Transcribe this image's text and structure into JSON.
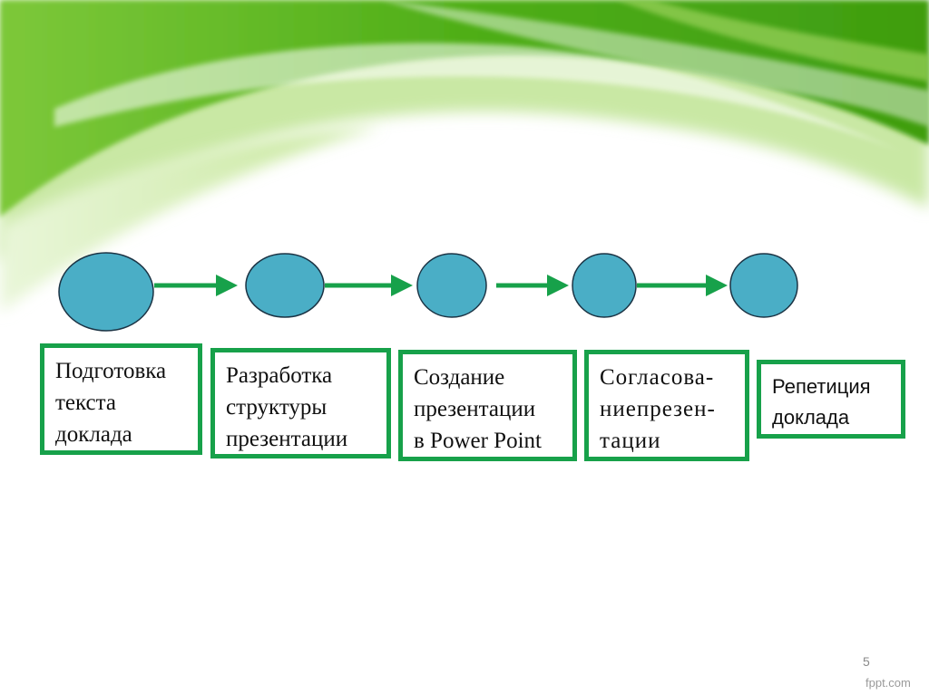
{
  "diagram": {
    "nodes": [
      {
        "id": "n1",
        "lines": [
          "Подготовка",
          "текста",
          "доклада"
        ]
      },
      {
        "id": "n2",
        "lines": [
          "Разработка",
          "структуры",
          "презентации"
        ]
      },
      {
        "id": "n3",
        "lines": [
          "Создание",
          "презентации",
          "в Power Point"
        ]
      },
      {
        "id": "n4",
        "lines": [
          "Согласова-",
          "ниепрезен-",
          "тации"
        ]
      },
      {
        "id": "n5",
        "lines": [
          "Репетиция",
          "доклада"
        ]
      }
    ],
    "edges": [
      {
        "from": "n1",
        "to": "n2"
      },
      {
        "from": "n2",
        "to": "n3"
      },
      {
        "from": "n3",
        "to": "n4"
      },
      {
        "from": "n4",
        "to": "n5"
      }
    ]
  },
  "footer": {
    "slide_number": "5",
    "watermark": "fppt.com"
  },
  "colors": {
    "circle_fill": "#4aaec6",
    "circle_stroke": "#1b3344",
    "arrow_and_border": "#17a14a",
    "swoosh_green": "#5cb81f"
  }
}
